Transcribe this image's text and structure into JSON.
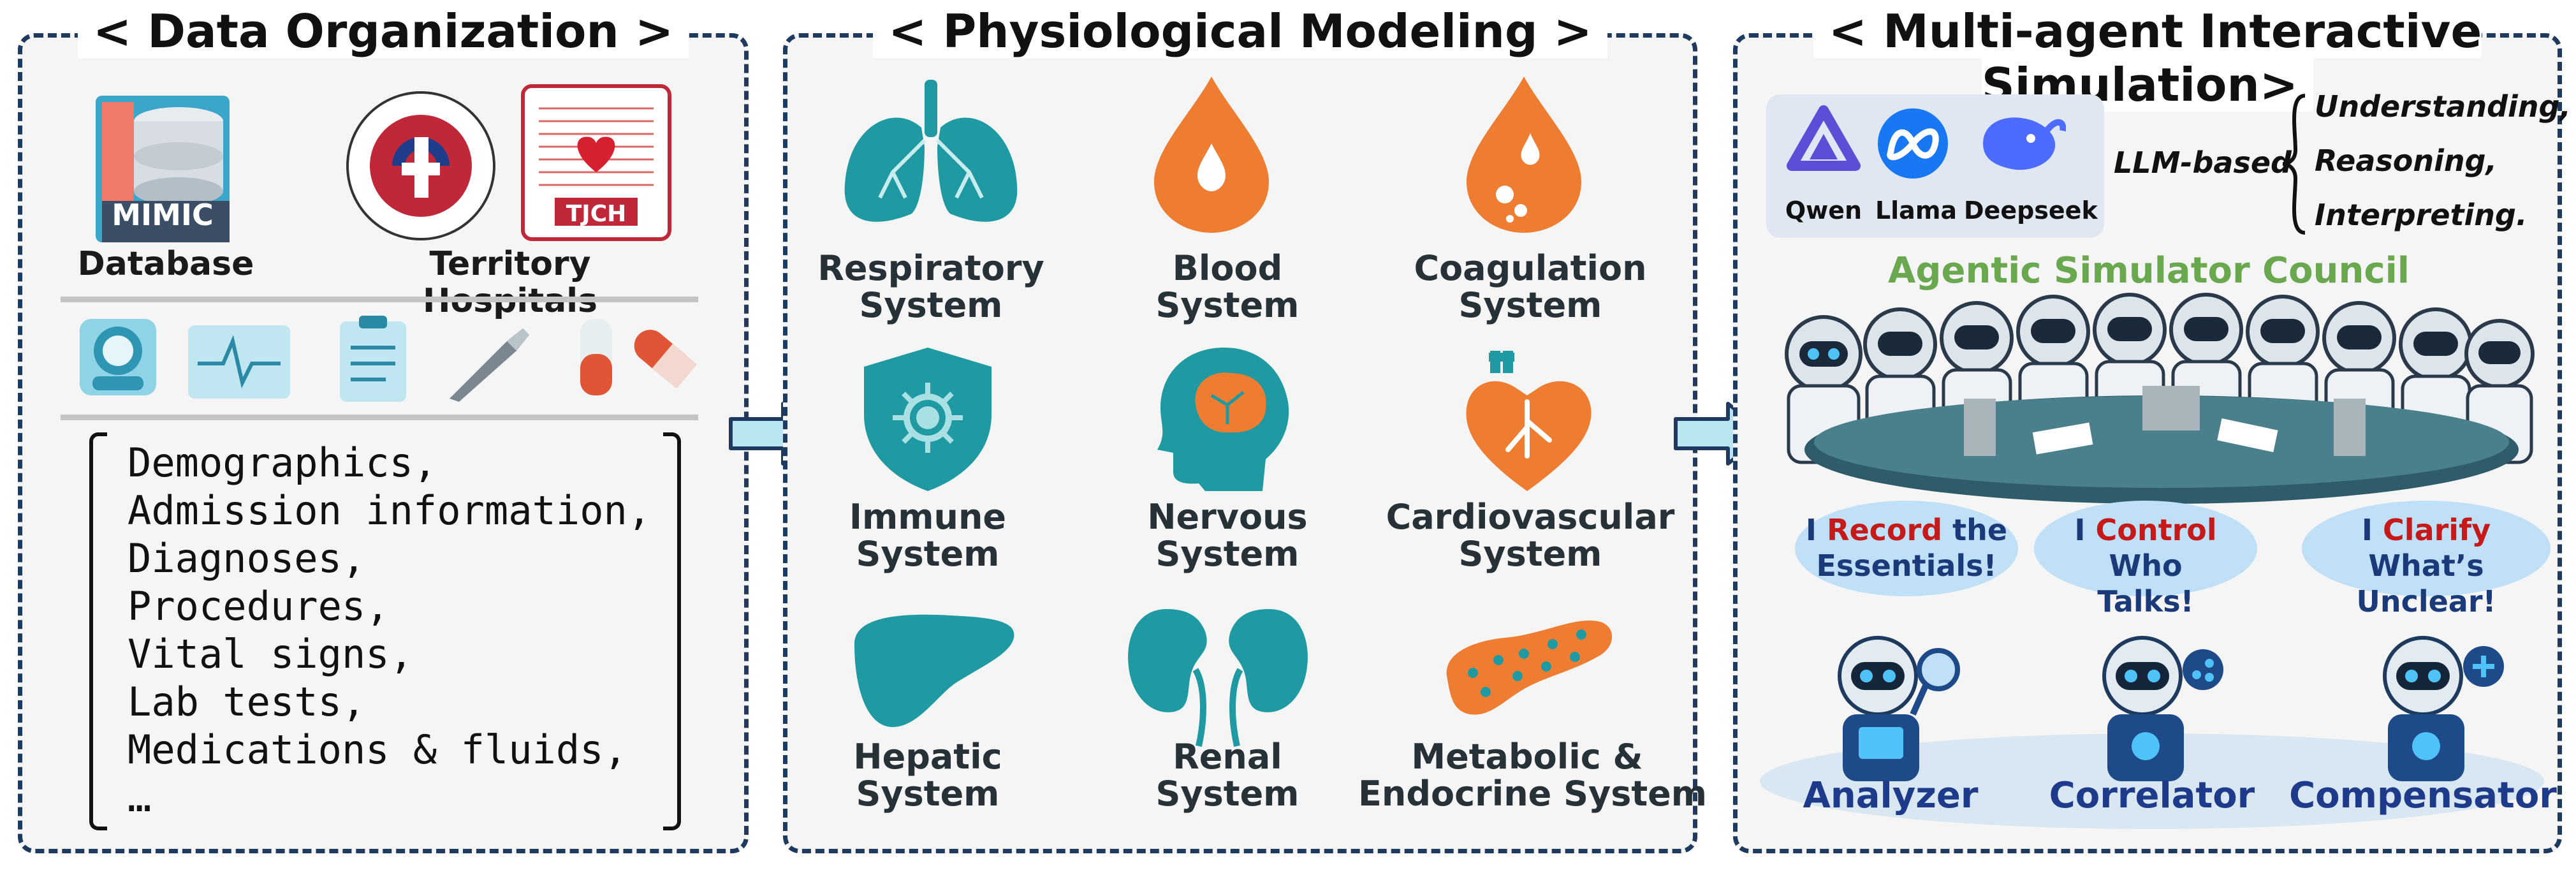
{
  "panels": {
    "data_org": {
      "title": "< Data Organization >"
    },
    "physio": {
      "title": "< Physiological Modeling >"
    },
    "multi_agent": {
      "title": "< Multi-agent Interactive Simulation>"
    }
  },
  "data_org": {
    "mimic_logo_text": "MIMIC",
    "tjch_logo_text": "TJCH",
    "database_label": "Database",
    "hospitals_label": "Territory Hospitals",
    "items": [
      "Demographics,",
      "Admission information,",
      "Diagnoses,",
      "Procedures,",
      "Vital signs,",
      "Lab tests,",
      "Medications & fluids,",
      "…"
    ]
  },
  "systems": [
    {
      "l1": "Respiratory",
      "l2": "System"
    },
    {
      "l1": "Blood",
      "l2": "System"
    },
    {
      "l1": "Coagulation",
      "l2": "System"
    },
    {
      "l1": "Immune",
      "l2": "System"
    },
    {
      "l1": "Nervous",
      "l2": "System"
    },
    {
      "l1": "Cardiovascular",
      "l2": "System"
    },
    {
      "l1": "Hepatic",
      "l2": "System"
    },
    {
      "l1": "Renal",
      "l2": "System"
    },
    {
      "l1": "Metabolic &",
      "l2": "Endocrine System"
    }
  ],
  "llm": {
    "models": [
      "Qwen",
      "Llama",
      "Deepseek"
    ],
    "based_label": "LLM-based",
    "capabilities": [
      "Understanding,",
      "Reasoning,",
      "Interpreting."
    ]
  },
  "council": {
    "title": "Agentic Simulator Council"
  },
  "bubbles": [
    {
      "pre": "I ",
      "red": "Record",
      "post": " the",
      "line2": "Essentials!"
    },
    {
      "pre": "I ",
      "red": "Control",
      "post": " Who",
      "line2": "Talks!"
    },
    {
      "pre": "I ",
      "red": "Clarify",
      "post": " What’s",
      "line2": "Unclear!"
    }
  ],
  "roles": [
    "Analyzer",
    "Correlator",
    "Compensator"
  ],
  "colors": {
    "teal": "#1f9aa3",
    "orange": "#ee7d32",
    "border": "#1f3a5f",
    "council": "#6aa84f",
    "role": "#1e3a8a",
    "bubble": "#bfe0f7"
  }
}
